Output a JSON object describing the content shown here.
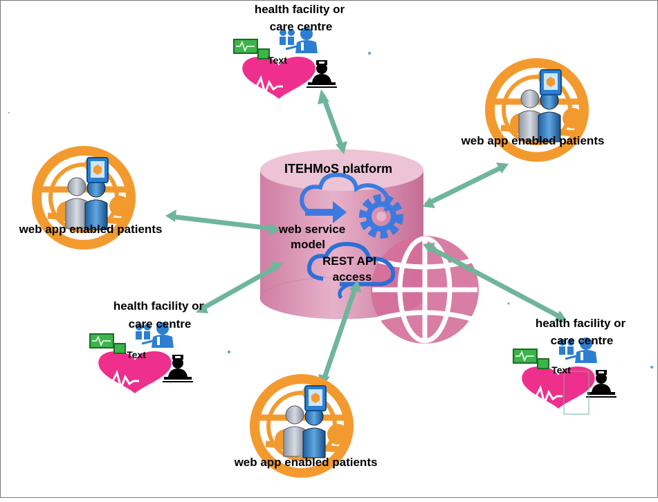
{
  "platform": {
    "title": "ITEHMoS platform",
    "web_service": [
      "web service",
      "model"
    ],
    "rest_api": [
      "REST API",
      "access"
    ]
  },
  "patients_label": "web app enabled patients",
  "facility_label": [
    "health facility or",
    "care centre"
  ],
  "monitor_caption": "Text",
  "colors": {
    "cylinder": "#d88fb0",
    "cylinder_top": "#ecc4d6",
    "arrow": "#6fb59b",
    "ring": "#f39a2f",
    "heart": "#ee2f8c",
    "cloud": "#3b7be0",
    "globe": "#d46f9a"
  },
  "icons": [
    "patients-group-icon",
    "health-facility-icon",
    "cloud-icon",
    "gear-icon",
    "globe-icon",
    "heart-icon",
    "monitor-icon",
    "doctor-icon",
    "nurse-icon"
  ]
}
